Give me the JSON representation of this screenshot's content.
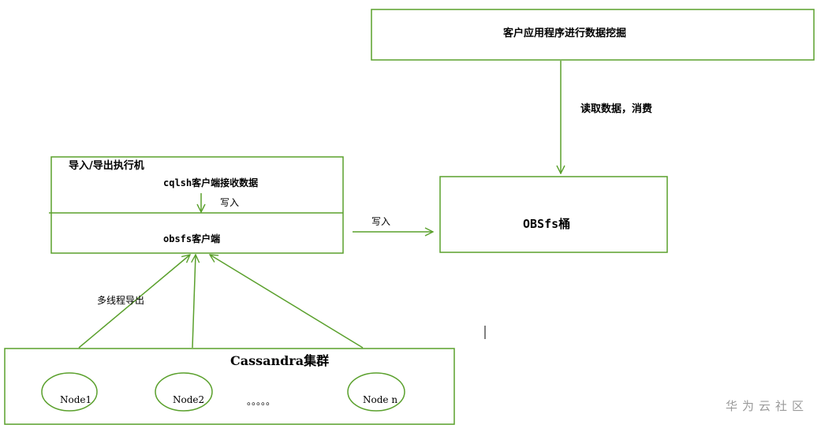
{
  "colors": {
    "stroke": "#5aa02c",
    "text": "#000000",
    "watermark": "#9a9a9a"
  },
  "client_box": {
    "label": "客户应用程序进行数据挖掘"
  },
  "read_edge": {
    "label": "读取数据，消费"
  },
  "exec_box": {
    "title": "导入/导出执行机",
    "cqlsh_label": "cqlsh客户端接收数据",
    "inner_write_label": "写入",
    "obsfs_label": "obsfs客户端"
  },
  "write_edge": {
    "label": "写入"
  },
  "obs_box": {
    "label": "OBSfs桶"
  },
  "export_edge": {
    "label": "多线程导出"
  },
  "cluster": {
    "title": "Cassandra集群",
    "nodes": [
      "Node1",
      "Node2",
      "Node n"
    ],
    "ellipsis": "。。。。。"
  },
  "watermark": "华为云社区"
}
